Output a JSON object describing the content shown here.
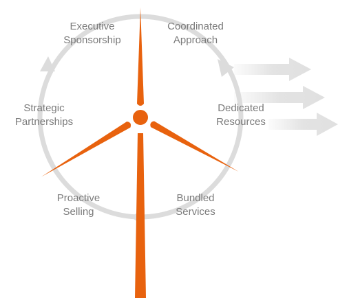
{
  "colors": {
    "turbine": "#E8620E",
    "ring": "#DCDCDC",
    "text": "#7A7A7A"
  },
  "labels": {
    "executive_sponsorship": {
      "line1": "Executive",
      "line2": "Sponsorship"
    },
    "coordinated_approach": {
      "line1": "Coordinated",
      "line2": "Approach"
    },
    "strategic_partnerships": {
      "line1": "Strategic",
      "line2": "Partnerships"
    },
    "dedicated_resources": {
      "line1": "Dedicated",
      "line2": "Resources"
    },
    "proactive_selling": {
      "line1": "Proactive",
      "line2": "Selling"
    },
    "bundled_services": {
      "line1": "Bundled",
      "line2": "Services"
    }
  }
}
